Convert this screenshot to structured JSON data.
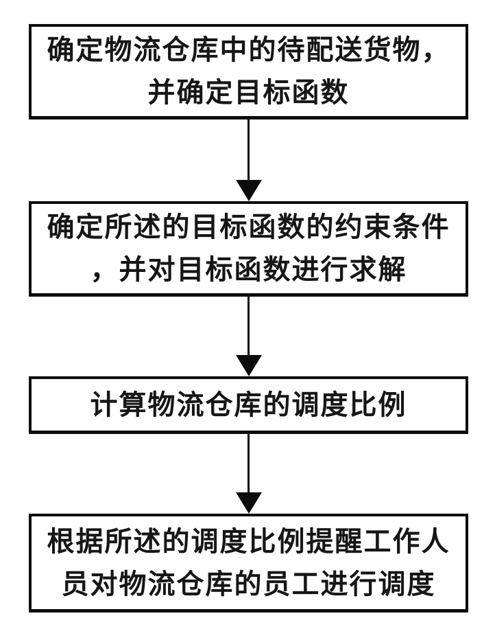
{
  "diagram": {
    "type": "flowchart",
    "background_color": "#ffffff",
    "box_border_color": "#000000",
    "text_color": "#161616",
    "arrow_color": "#000000",
    "nodes": [
      {
        "id": "step-1",
        "lines": [
          "确定物流仓库中的待配送货物，",
          "并确定目标函数"
        ]
      },
      {
        "id": "step-2",
        "lines": [
          "确定所述的目标函数的约束条件",
          "，并对目标函数进行求解"
        ]
      },
      {
        "id": "step-3",
        "lines": [
          "计算物流仓库的调度比例"
        ]
      },
      {
        "id": "step-4",
        "lines": [
          "根据所述的调度比例提醒工作人",
          "员对物流仓库的员工进行调度"
        ]
      }
    ],
    "connectors": [
      {
        "from": "step-1",
        "to": "step-2",
        "direction": "down",
        "style": "solid-arrow"
      },
      {
        "from": "step-2",
        "to": "step-3",
        "direction": "down",
        "style": "solid-arrow"
      },
      {
        "from": "step-3",
        "to": "step-4",
        "direction": "down",
        "style": "solid-arrow"
      }
    ]
  }
}
